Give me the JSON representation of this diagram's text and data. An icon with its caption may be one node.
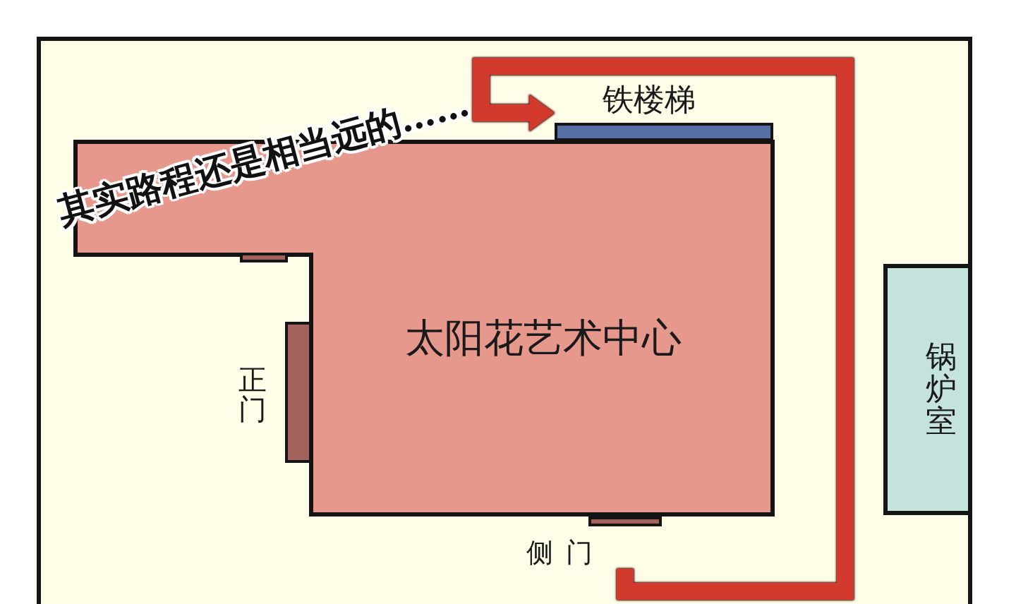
{
  "diagram": {
    "nodes": [
      {
        "text": [
          "铁楼梯"
        ]
      },
      {
        "text": [
          "太阳花艺术中心"
        ]
      },
      {
        "text": [],
        "shape": "bar"
      },
      {
        "text": [
          "正门"
        ]
      },
      {
        "text": [
          "锅炉室"
        ]
      },
      {
        "text": [
          "侧门"
        ]
      }
    ],
    "edges": [
      {
        "from": 5,
        "to": 0,
        "arrow": "to",
        "color": "#d23a2e"
      }
    ],
    "labels": [
      "其实路程还是相当远的……"
    ]
  }
}
